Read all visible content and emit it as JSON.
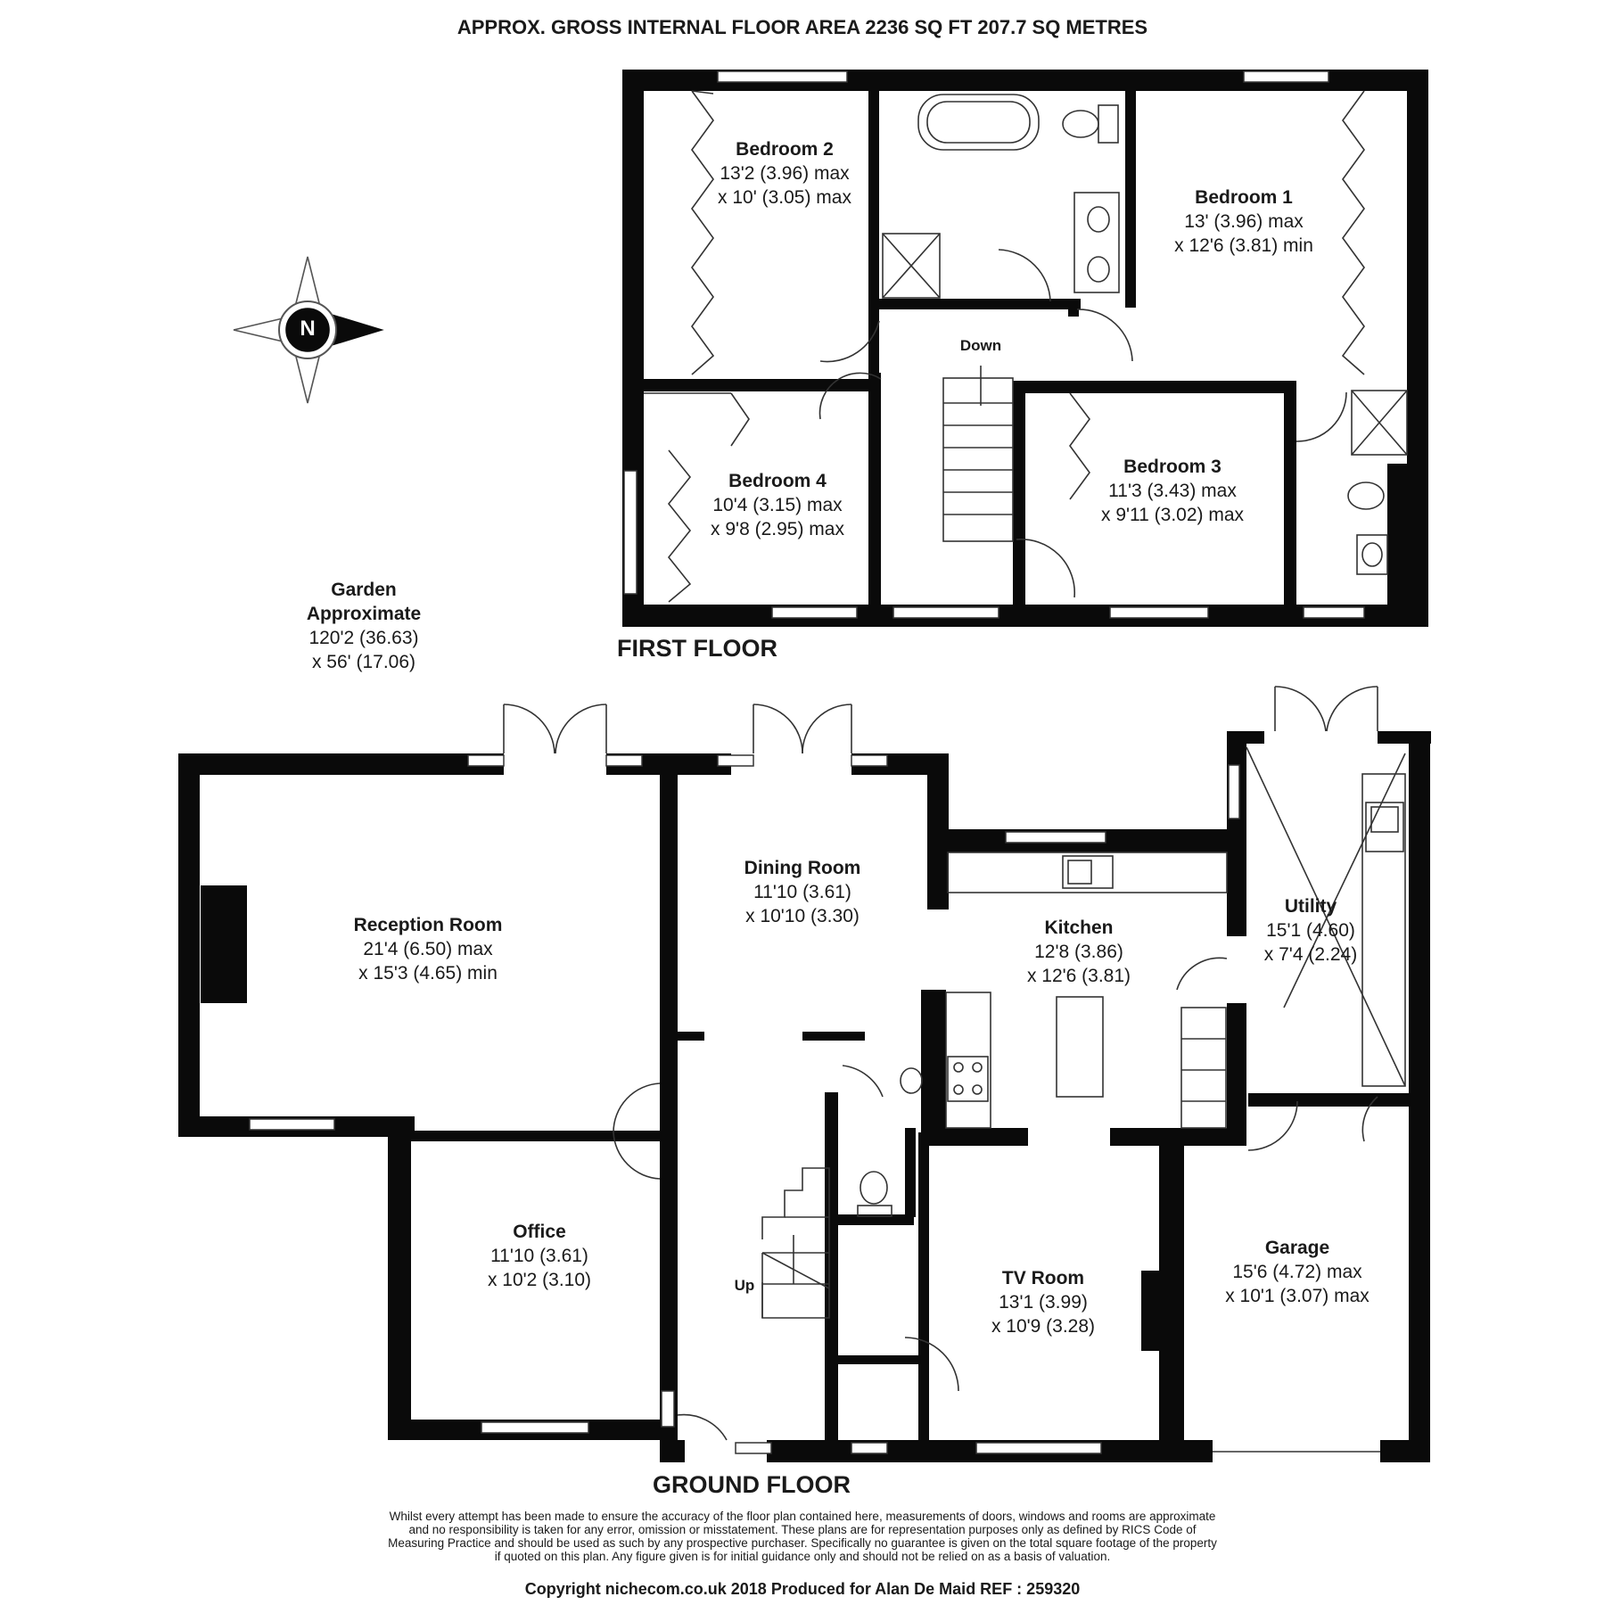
{
  "header": {
    "area": "APPROX. GROSS INTERNAL FLOOR AREA 2236 SQ FT 207.7 SQ METRES"
  },
  "floors": {
    "first": "FIRST FLOOR",
    "ground": "GROUND FLOOR"
  },
  "compass": {
    "letter": "N"
  },
  "garden": {
    "l1": "Garden",
    "l2": "Approximate",
    "l3": "120'2 (36.63)",
    "l4": "x 56' (17.06)"
  },
  "first_floor_rooms": {
    "bedroom2": {
      "name": "Bedroom 2",
      "d1": "13'2 (3.96) max",
      "d2": "x 10' (3.05) max"
    },
    "bedroom1": {
      "name": "Bedroom 1",
      "d1": "13' (3.96) max",
      "d2": "x 12'6 (3.81) min"
    },
    "bedroom3": {
      "name": "Bedroom 3",
      "d1": "11'3 (3.43) max",
      "d2": "x 9'11 (3.02) max"
    },
    "bedroom4": {
      "name": "Bedroom 4",
      "d1": "10'4 (3.15) max",
      "d2": "x 9'8 (2.95) max"
    },
    "stairs_label": "Down"
  },
  "ground_floor_rooms": {
    "reception": {
      "name": "Reception Room",
      "d1": "21'4 (6.50) max",
      "d2": "x 15'3 (4.65) min"
    },
    "dining": {
      "name": "Dining Room",
      "d1": "11'10 (3.61)",
      "d2": "x 10'10 (3.30)"
    },
    "kitchen": {
      "name": "Kitchen",
      "d1": "12'8 (3.86)",
      "d2": "x 12'6 (3.81)"
    },
    "utility": {
      "name": "Utility",
      "d1": "15'1 (4.60)",
      "d2": "x 7'4 (2.24)"
    },
    "office": {
      "name": "Office",
      "d1": "11'10 (3.61)",
      "d2": "x 10'2 (3.10)"
    },
    "tvroom": {
      "name": "TV Room",
      "d1": "13'1 (3.99)",
      "d2": "x 10'9 (3.28)"
    },
    "garage": {
      "name": "Garage",
      "d1": "15'6 (4.72) max",
      "d2": "x 10'1 (3.07) max"
    },
    "stairs_label": "Up"
  },
  "disclaimer": "Whilst every attempt has been made to ensure the accuracy of the floor plan contained here, measurements of doors, windows and rooms are approximate and no responsibility is taken for any error, omission or misstatement. These plans are for representation purposes only as defined by RICS Code of Measuring Practice and should be used as such by any prospective purchaser.  Specifically no guarantee is given on the total square footage of the property if quoted on this plan. Any figure given is for initial guidance only and should not be relied on as a basis of valuation.",
  "copyright": "Copyright nichecom.co.uk 2018   Produced for Alan De Maid   REF :  259320",
  "colors": {
    "wall": "#0a0a0a",
    "line": "#333333",
    "background": "#ffffff"
  }
}
